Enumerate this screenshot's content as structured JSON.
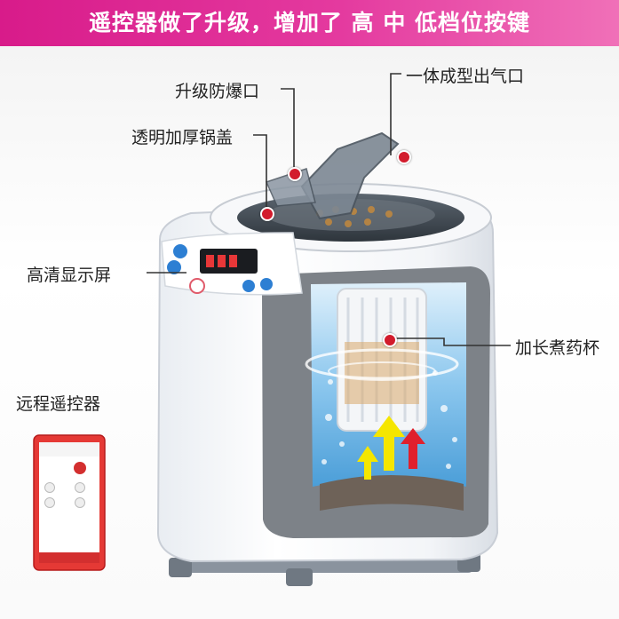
{
  "banner": {
    "text": "遥控器做了升级，增加了 高 中 低档位按键"
  },
  "callouts": {
    "vent": "一体成型出气口",
    "explosion": "升级防爆口",
    "lid": "透明加厚锅盖",
    "screen": "高清显示屏",
    "cup": "加长煮药杯",
    "remote": "远程遥控器"
  },
  "colors": {
    "banner": "#e02d98",
    "marker": "#d21b2c",
    "arrow_yellow": "#f5e600",
    "arrow_red": "#e0202c"
  }
}
